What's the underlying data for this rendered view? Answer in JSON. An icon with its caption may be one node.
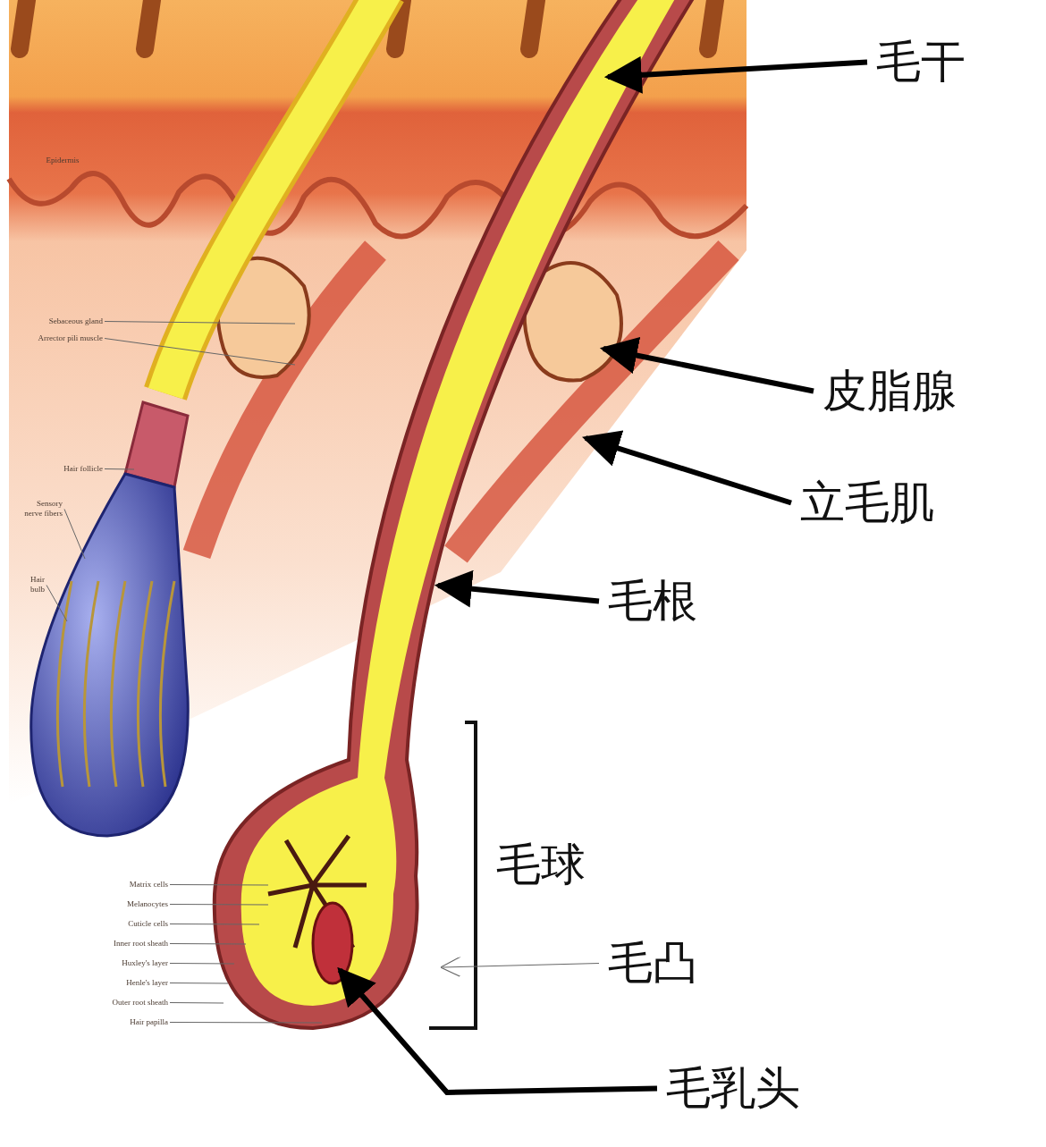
{
  "diagram": {
    "nodes": [
      {
        "text": [
          "毛干"
        ]
      },
      {
        "text": [
          "Sebaceous gland"
        ]
      },
      {
        "text": [
          "Arrector pili muscle"
        ]
      },
      {
        "text": [
          "皮脂腺"
        ]
      },
      {
        "text": [
          "Hair follicle"
        ]
      },
      {
        "text": [
          "立毛肌"
        ]
      },
      {
        "text": [
          "Sensory nerve fibers"
        ]
      },
      {
        "text": [
          "毛根"
        ]
      },
      {
        "text": [
          "Hair bulb"
        ]
      },
      {
        "text": [
          "Matrix cells"
        ]
      },
      {
        "text": [
          "Melanocytes"
        ]
      },
      {
        "text": [
          "Cuticle cells"
        ]
      },
      {
        "text": [
          "Inner root sheath"
        ]
      },
      {
        "text": [
          "毛凸"
        ]
      },
      {
        "text": [
          "Huxley's layer"
        ]
      },
      {
        "text": [
          "Henle's layer"
        ]
      },
      {
        "text": [
          "Outer root sheath"
        ]
      },
      {
        "text": [
          "Hair papilla"
        ]
      },
      {
        "text": [
          "毛乳头"
        ]
      }
    ],
    "edges": [
      {
        "from": 0,
        "to": null,
        "arrow": "to",
        "style": "thick",
        "color": "#000000"
      },
      {
        "from": 1,
        "to": null,
        "arrow": "none"
      },
      {
        "from": 2,
        "to": null,
        "arrow": "none"
      },
      {
        "from": 3,
        "to": null,
        "arrow": "to",
        "style": "thick",
        "color": "#000000"
      },
      {
        "from": 4,
        "to": null,
        "arrow": "none"
      },
      {
        "from": 5,
        "to": null,
        "arrow": "to",
        "style": "thick",
        "color": "#000000"
      },
      {
        "from": 6,
        "to": null,
        "arrow": "none"
      },
      {
        "from": 7,
        "to": null,
        "arrow": "to",
        "style": "thick",
        "color": "#000000"
      },
      {
        "from": 8,
        "to": null,
        "arrow": "none"
      },
      {
        "from": 9,
        "to": null,
        "arrow": "none"
      },
      {
        "from": 10,
        "to": null,
        "arrow": "none"
      },
      {
        "from": 11,
        "to": null,
        "arrow": "none"
      },
      {
        "from": 12,
        "to": null,
        "arrow": "none"
      },
      {
        "from": 13,
        "to": null,
        "arrow": "to"
      },
      {
        "from": 14,
        "to": null,
        "arrow": "none"
      },
      {
        "from": 15,
        "to": null,
        "arrow": "none"
      },
      {
        "from": 16,
        "to": null,
        "arrow": "none"
      },
      {
        "from": 17,
        "to": null,
        "arrow": "none"
      },
      {
        "from": 18,
        "to": null,
        "arrow": "to",
        "style": "thick",
        "color": "#000000"
      }
    ],
    "labels": [
      "Epidermis",
      "毛球"
    ]
  }
}
